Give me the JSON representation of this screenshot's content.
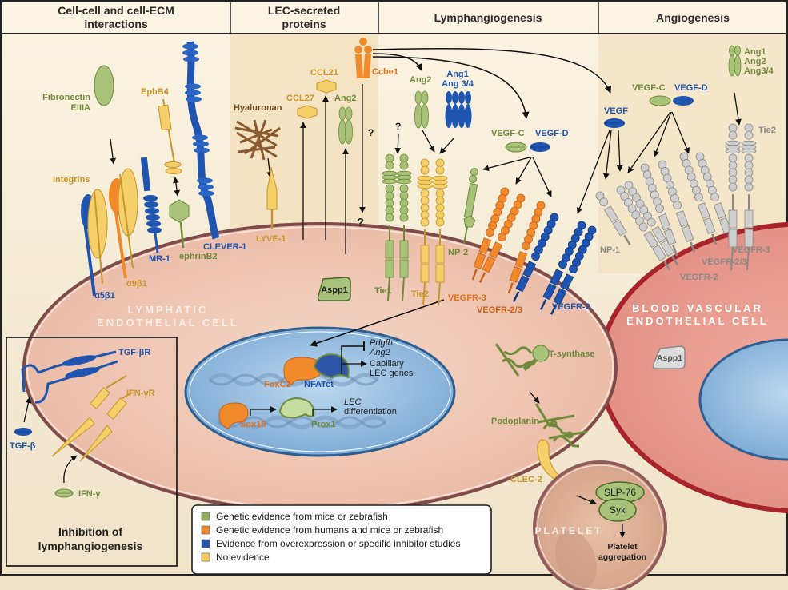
{
  "headers": {
    "cell_interactions": [
      "Cell-cell and cell-ECM",
      "interactions"
    ],
    "lec_secreted": [
      "LEC-secreted",
      "proteins"
    ],
    "lymphangiogenesis": "Lymphangiogenesis",
    "angiogenesis": "Angiogenesis"
  },
  "cell_labels": {
    "lymphatic": [
      "LYMPHATIC",
      "ENDOTHELIAL CELL"
    ],
    "blood": [
      "BLOOD VASCULAR",
      "ENDOTHELIAL CELL"
    ],
    "platelet": "PLATELET"
  },
  "ecm": {
    "fibronectin": [
      "Fibronectin",
      "EIIIA"
    ],
    "integrins": "Integrins",
    "a5b1": "α5β1",
    "a9b1": "α9β1",
    "ephb4": "EphB4",
    "mr1": "MR-1",
    "ephrinb2": "ephrinB2",
    "clever1": "CLEVER-1"
  },
  "secreted": {
    "hyaluronan": "Hyaluronan",
    "lyve1": "LYVE-1",
    "ccl27": "CCL27",
    "ccl21": "CCL21",
    "ang2": "Ang2",
    "ccbe1": "Ccbe1",
    "aspp1": "Aspp1",
    "question": "?"
  },
  "lymph": {
    "ang2": "Ang2",
    "ang1": "Ang1",
    "ang34": "Ang 3/4",
    "question": "?",
    "vegfc": "VEGF-C",
    "vegfd": "VEGF-D",
    "tie1": "Tie1",
    "tie2": "Tie2",
    "np2": "NP-2",
    "vegfr3": "VEGFR-3",
    "vegfr23": "VEGFR-2/3",
    "vegfr2": "VEGFR-2"
  },
  "nucleus": {
    "foxc2": "FoxC2",
    "nfatc": "NFATct",
    "pdgfb": "Pdgfb",
    "ang2": "Ang2",
    "capillary": [
      "Capillary",
      "LEC genes"
    ],
    "sox18": "Sox18",
    "prox1": "Prox1",
    "lec_diff": [
      "LEC",
      "differentiation"
    ]
  },
  "inhibition": {
    "title": [
      "Inhibition of",
      "lymphangiogenesis"
    ],
    "tgfbr": "TGF-βR",
    "tgfb": "TGF-β",
    "ifngr": "IFN-γR",
    "ifng": "IFN-γ"
  },
  "angio": {
    "ang": [
      "Ang1",
      "Ang2",
      "Ang3/4"
    ],
    "vegfc": "VEGF-C",
    "vegfd": "VEGF-D",
    "vegf": "VEGF",
    "tie2": "Tie2",
    "np1": "NP-1",
    "vegfr2": "VEGFR-2",
    "vegfr23": "VEGFR-2/3",
    "vegfr3": "VEGFR-3",
    "aspp1": "Aspp1"
  },
  "platelet_path": {
    "tsynthase": "T-synthase",
    "podoplanin": "Podoplanin",
    "clec2": "CLEC-2",
    "slp76": "SLP-76",
    "syk": "Syk",
    "aggregation": [
      "Platelet",
      "aggregation"
    ]
  },
  "legend": {
    "items": [
      {
        "label": "Genetic evidence from mice or zebrafish",
        "color": "#8fae5a"
      },
      {
        "label": "Genetic evidence from humans and mice or zebrafish",
        "color": "#f08a2a"
      },
      {
        "label": "Evidence from overexpression or specific inhibitor studies",
        "color": "#1f55b0"
      },
      {
        "label": "No evidence",
        "color": "#f5c95a"
      }
    ]
  },
  "colors": {
    "green": "#8fae5a",
    "orange": "#f08a2a",
    "blue": "#1f55b0",
    "yellow": "#f5c95a",
    "grey_receptor": "#cfcfcf",
    "lec_cell": "#f0c8b4",
    "bvec_cell": "#e99a8e",
    "nucleus": "#9ec3e3",
    "background": "#f7efd9"
  }
}
